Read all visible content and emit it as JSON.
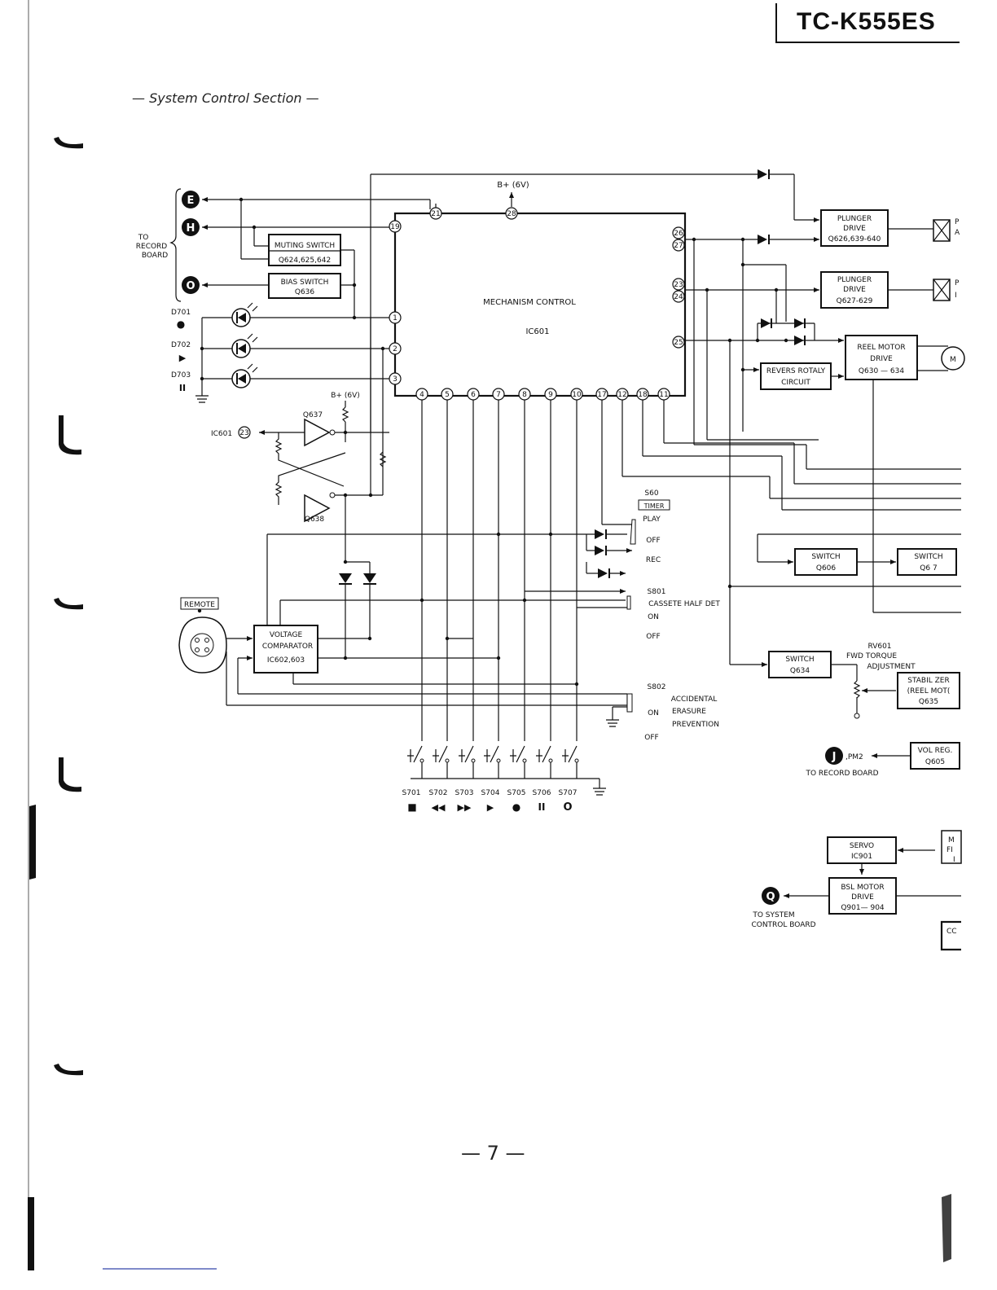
{
  "header": {
    "model": "TC-K555ES"
  },
  "section_title": "— System Control Section —",
  "page_number": "— 7 —",
  "ic601": {
    "line1": "MECHANISM   CONTROL",
    "line2": "IC601",
    "supply": "B+ (6V)"
  },
  "pins_top": [
    "21",
    "28"
  ],
  "pins_left": [
    "19",
    "1",
    "2",
    "3"
  ],
  "pins_right": [
    "26",
    "27",
    "23",
    "24",
    "25"
  ],
  "pins_bottom": [
    "4",
    "5",
    "6",
    "7",
    "8",
    "9",
    "10",
    "17",
    "12",
    "18",
    "11"
  ],
  "terminals": {
    "E": "E",
    "H": "H",
    "O": "O",
    "J": "J",
    "Q": "Q"
  },
  "to_record_board": [
    "TO",
    "RECORD",
    "BOARD"
  ],
  "blocks": {
    "muting_switch": [
      "MUTING SWITCH",
      "Q624,625,642"
    ],
    "bias_switch": [
      "BIAS  SWITCH",
      "Q636"
    ],
    "plunger_drive_1": [
      "PLUNGER",
      "DRIVE",
      "Q626,639-640"
    ],
    "plunger_drive_2": [
      "PLUNGER",
      "DRIVE",
      "Q627-629"
    ],
    "reel_motor_drive": [
      "REEL MOTOR",
      "DRIVE",
      "Q630 — 634"
    ],
    "revers_rotaly": [
      "REVERS ROTALY",
      "CIRCUIT"
    ],
    "voltage_comparator": [
      "VOLTAGE",
      "COMPARATOR",
      "IC602,603"
    ],
    "switch_q606": [
      "SWITCH",
      "Q606"
    ],
    "switch_q607": [
      "SWITCH",
      "Q6 7"
    ],
    "switch_q634": [
      "SWITCH",
      "Q634"
    ],
    "stabil_zener": [
      "STABIL ZER",
      "(REEL MOT(",
      "Q635"
    ],
    "vol_reg": [
      "VOL REG.",
      "Q605"
    ],
    "servo": [
      "SERVO",
      "IC901"
    ],
    "bsl_motor_drive": [
      "BSL MOTOR",
      "DRIVE",
      "Q901— 904"
    ]
  },
  "leds": [
    {
      "name": "D701",
      "symbol": "●"
    },
    {
      "name": "D702",
      "symbol": "▶"
    },
    {
      "name": "D703",
      "symbol": "II"
    }
  ],
  "transistors": {
    "q637": "Q637",
    "q638": "Q638",
    "ic601_ref": "IC601",
    "ic601_pin": "23",
    "supply": "B+ (6V)"
  },
  "remote": {
    "label": "REMOTE"
  },
  "s601": {
    "name": "S60",
    "sub": "TIMER",
    "play": "PLAY",
    "off": "OFF",
    "rec": "REC"
  },
  "s801": {
    "name": "S801",
    "desc": "CASSETE HALF DET",
    "on": "ON",
    "off": "OFF"
  },
  "s802": {
    "name": "S802",
    "desc1": "ACCIDENTAL",
    "desc2": "ERASURE",
    "desc3": "PREVENTION",
    "on": "ON",
    "off": "OFF"
  },
  "rv601": {
    "name": "RV601",
    "desc1": "FWD TORQUE",
    "desc2": "ADJUSTMENT"
  },
  "pm2": ",PM2",
  "to_record_board_j": "TO RECORD BOARD",
  "to_system_control": [
    "TO SYSTEM",
    "CONTROL BOARD"
  ],
  "motor_label": "M",
  "partial_right": [
    "P",
    "A",
    "P",
    "I",
    "M",
    "FI",
    "I",
    "CC"
  ],
  "key_switches": [
    {
      "name": "S701",
      "symbol": "■"
    },
    {
      "name": "S702",
      "symbol": "◀◀"
    },
    {
      "name": "S703",
      "symbol": "▶▶"
    },
    {
      "name": "S704",
      "symbol": "▶"
    },
    {
      "name": "S705",
      "symbol": "●"
    },
    {
      "name": "S706",
      "symbol": "II"
    },
    {
      "name": "S707",
      "symbol": "O"
    }
  ]
}
